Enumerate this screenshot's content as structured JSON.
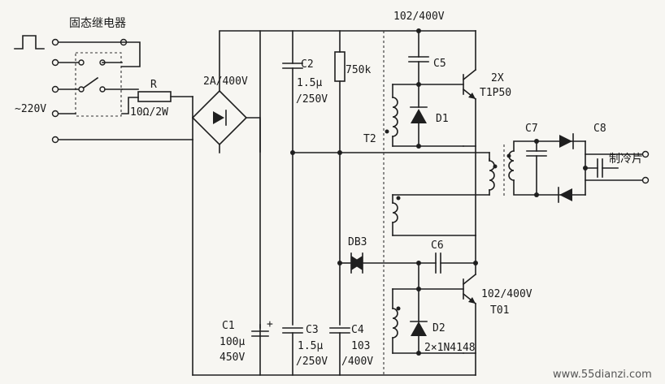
{
  "labels": {
    "ssr": "固态继电器",
    "mains": "~220V",
    "r": "R",
    "r_value": "10Ω/2W",
    "bridge": "2A/400V",
    "c1_name": "C1",
    "c1_value1": "100μ",
    "c1_value2": "450V",
    "c2_name": "C2",
    "c2_value1": "1.5μ",
    "c2_value2": "/250V",
    "res750": "750k",
    "c3_name": "C3",
    "c3_value1": "1.5μ",
    "c3_value2": "/250V",
    "c4_name": "C4",
    "c4_value1": "103",
    "c4_value2": "/400V",
    "top_rating": "102/400V",
    "c5": "C5",
    "d1": "D1",
    "t2": "T2",
    "q_top_1": "2X",
    "q_top_2": "T1P50",
    "db3": "DB3",
    "c6": "C6",
    "q_bot_1": "102/400V",
    "q_bot_2": "T01",
    "d2": "D2",
    "d2_value": "2×1N4148",
    "c7": "C7",
    "c8": "C8",
    "load": "制冷片",
    "watermark": "www.55dianzi.com"
  }
}
